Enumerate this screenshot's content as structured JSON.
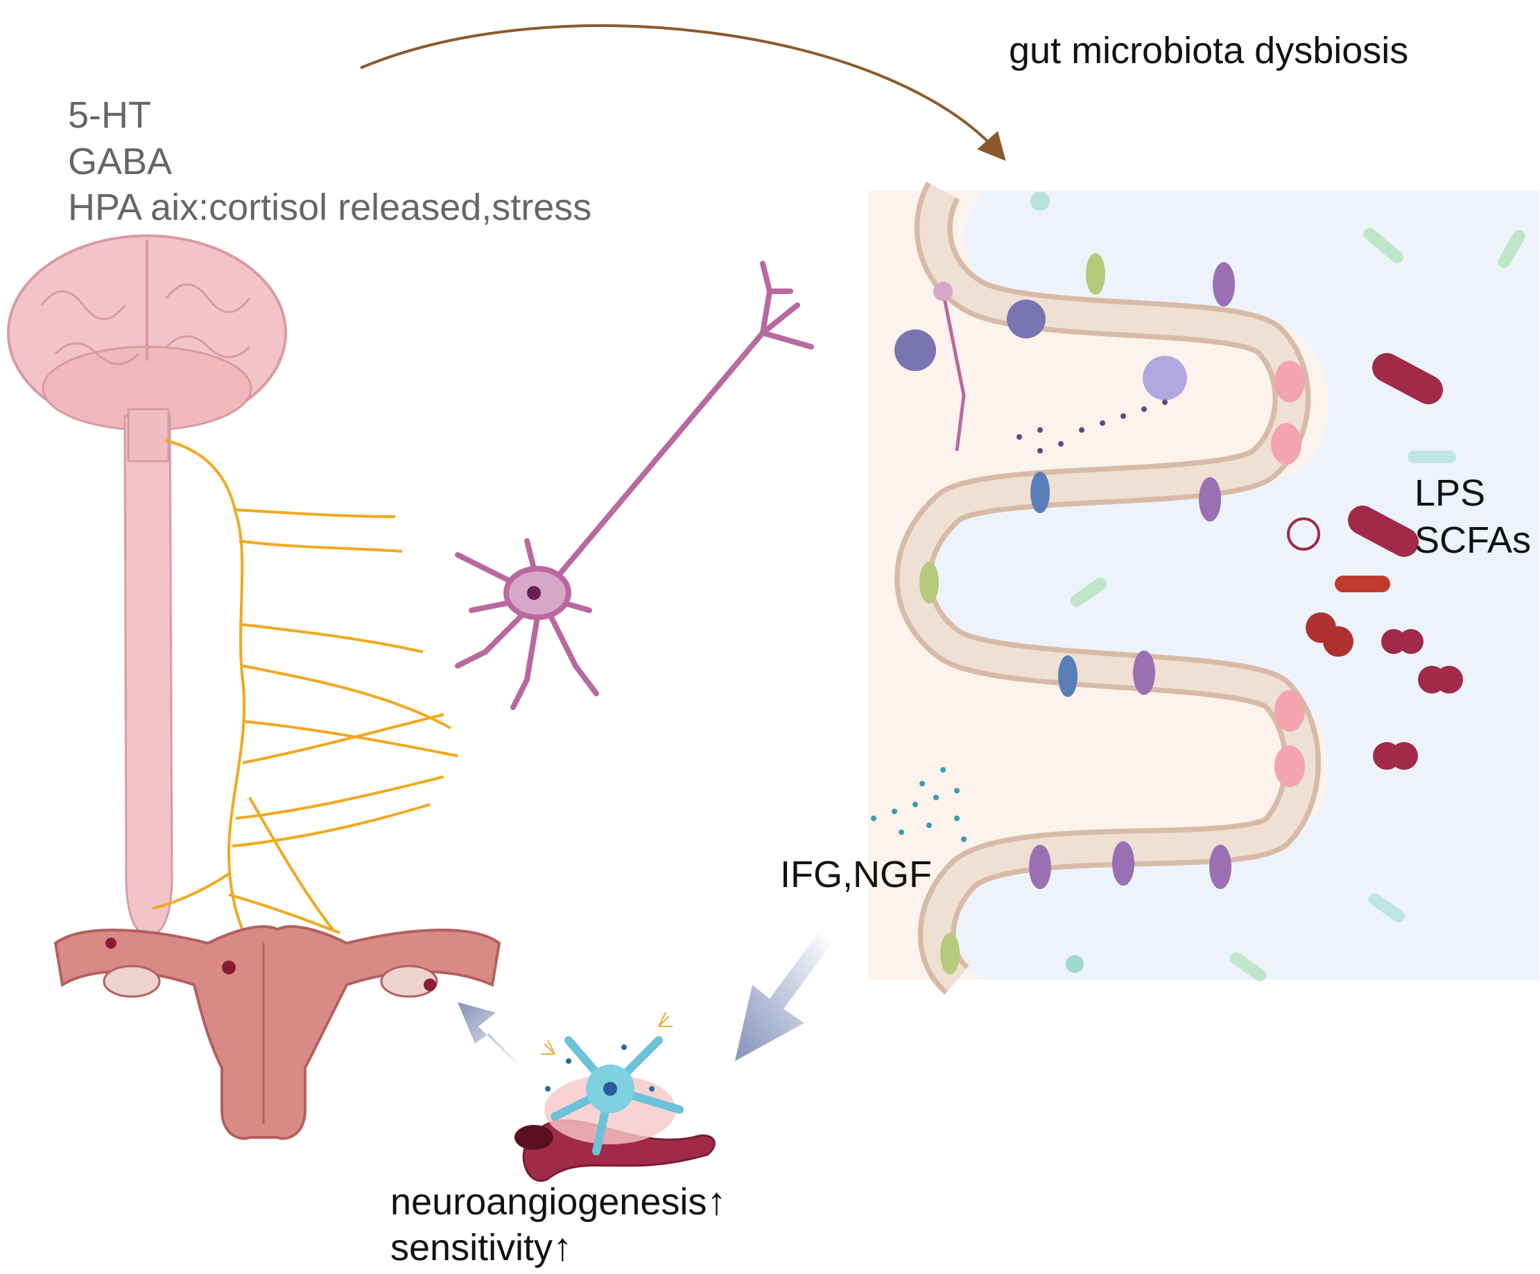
{
  "labels": {
    "neuro_top": [
      "5-HT",
      "GABA",
      "HPA aix:cortisol released,stress"
    ],
    "gut_title": "gut microbiota dysbiosis",
    "microbial_products": [
      "LPS",
      "SCFAs"
    ],
    "growth_factors": "IFG,NGF",
    "outcome_1": "neuroangiogenesis",
    "outcome_2": "sensitivity",
    "up_arrow": "↑"
  },
  "colors": {
    "brain": "#f2c4c8",
    "nerve": "#f2a81d",
    "neuron": "#b9699f",
    "lumen": "#eef3fb",
    "lamina": "#fcf3ec",
    "epithelium": "#e8d4c6",
    "bacteria": "#a02a48",
    "arrow_brown": "#8b5a2b",
    "arrow_blue": "#8593bb",
    "uterus": "#d98a86"
  },
  "icons": [
    "brain-icon",
    "spinal-cord-icon",
    "neuron-icon",
    "intestine-icon",
    "bacteria-icon",
    "uterus-icon",
    "vessel-icon"
  ]
}
